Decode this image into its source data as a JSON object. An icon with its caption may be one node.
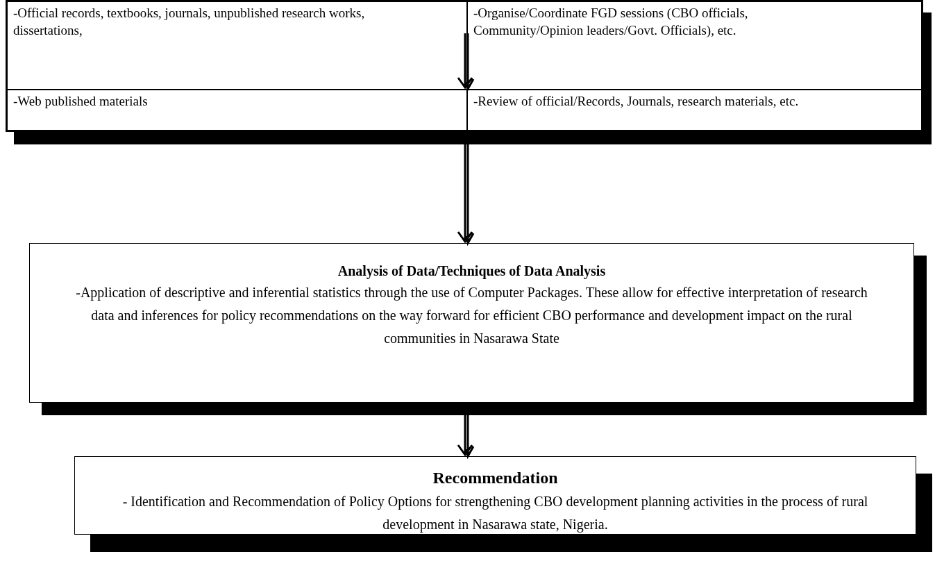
{
  "diagram": {
    "nodes": [
      {
        "text": [],
        "shape": "box"
      },
      {
        "text": [
          "-Official records, textbooks, journals, unpublished research works, dissertations,"
        ],
        "in": 0
      },
      {
        "text": [
          "-Organise/Coordinate FGD sessions (CBO officials, Community/Opinion leaders/Govt. Officials), etc."
        ],
        "in": 0
      },
      {
        "text": [
          "-Web published materials"
        ],
        "in": 0
      },
      {
        "text": [
          "-Review of official/Records, Journals, research materials, etc."
        ],
        "in": 0
      },
      {
        "text": [
          "Analysis of Data/Techniques of Data Analysis",
          "-Application of descriptive and inferential statistics through the use of Computer Packages. These allow for effective interpretation of research data and inferences for policy recommendations on the way forward for efficient CBO performance and development impact on the rural communities in Nasarawa State"
        ]
      },
      {
        "text": [
          "Recommendation",
          "- Identification and Recommendation of Policy Options for strengthening CBO development planning activities in the process of rural development in Nasarawa state, Nigeria."
        ]
      }
    ],
    "edges": [
      {
        "from": 1,
        "to": 4,
        "arrow": "to"
      },
      {
        "from": 0,
        "to": 5,
        "arrow": "to"
      },
      {
        "from": 5,
        "to": 6,
        "arrow": "to"
      }
    ]
  }
}
